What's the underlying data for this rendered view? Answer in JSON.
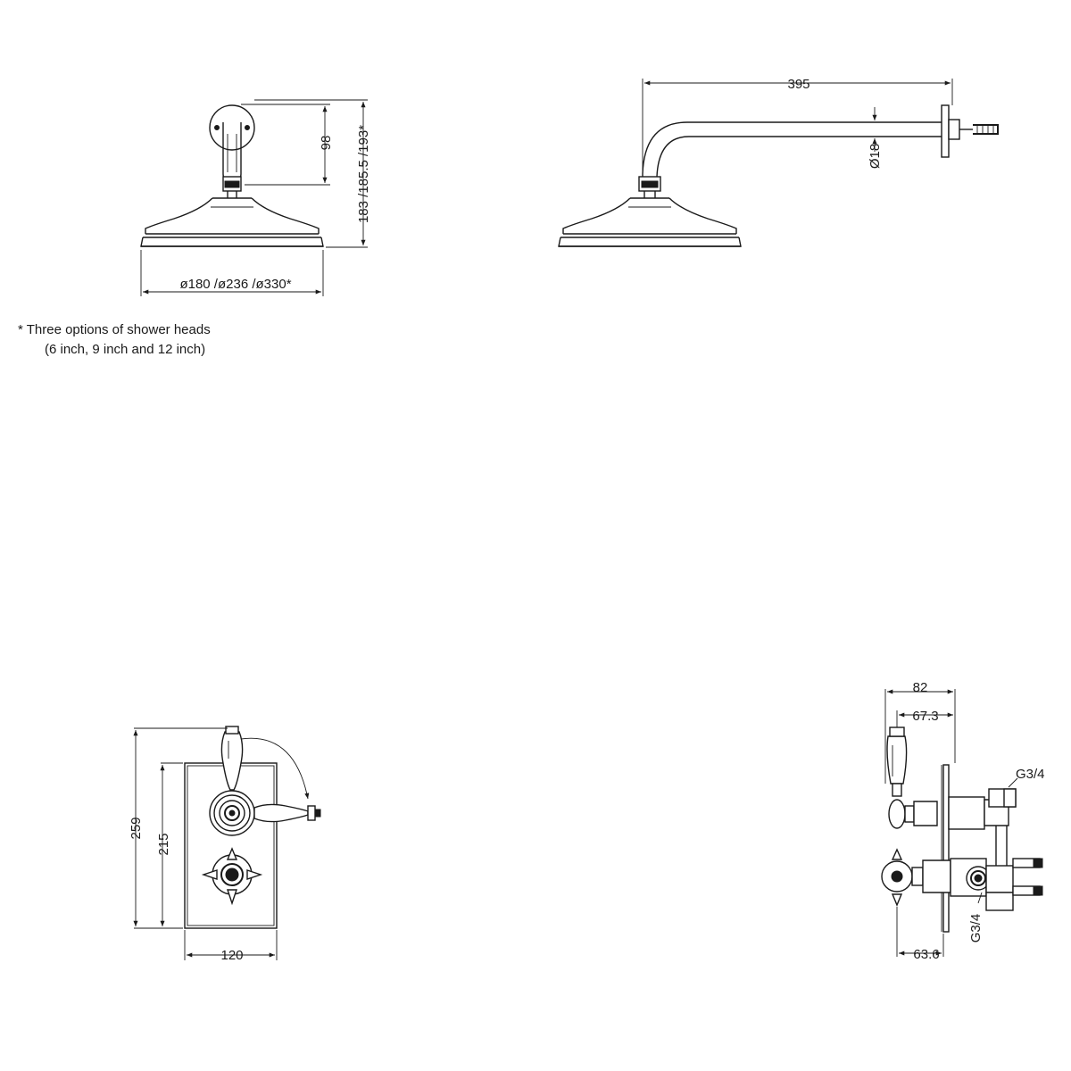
{
  "views": {
    "front_head": {
      "dim_height": "98",
      "dim_total_height": "183 /185.5 /193*",
      "dim_diameters": "ø180 /ø236 /ø330*"
    },
    "side_head": {
      "dim_arm_length": "395",
      "dim_arm_diameter": "Ø18"
    },
    "valve_front": {
      "dim_overall_height": "259",
      "dim_plate_height": "215",
      "dim_plate_width": "120"
    },
    "valve_side": {
      "dim_depth_top": "82",
      "dim_depth_handle": "67.3",
      "dim_outlet_top": "G3/4",
      "dim_outlet_bottom": "G3/4",
      "dim_depth_bottom": "63.6"
    }
  },
  "notes": {
    "line1": "* Three options of shower heads",
    "line2": "(6 inch, 9 inch and 12 inch)"
  },
  "colors": {
    "line": "#1a1a1a",
    "background": "#ffffff"
  }
}
